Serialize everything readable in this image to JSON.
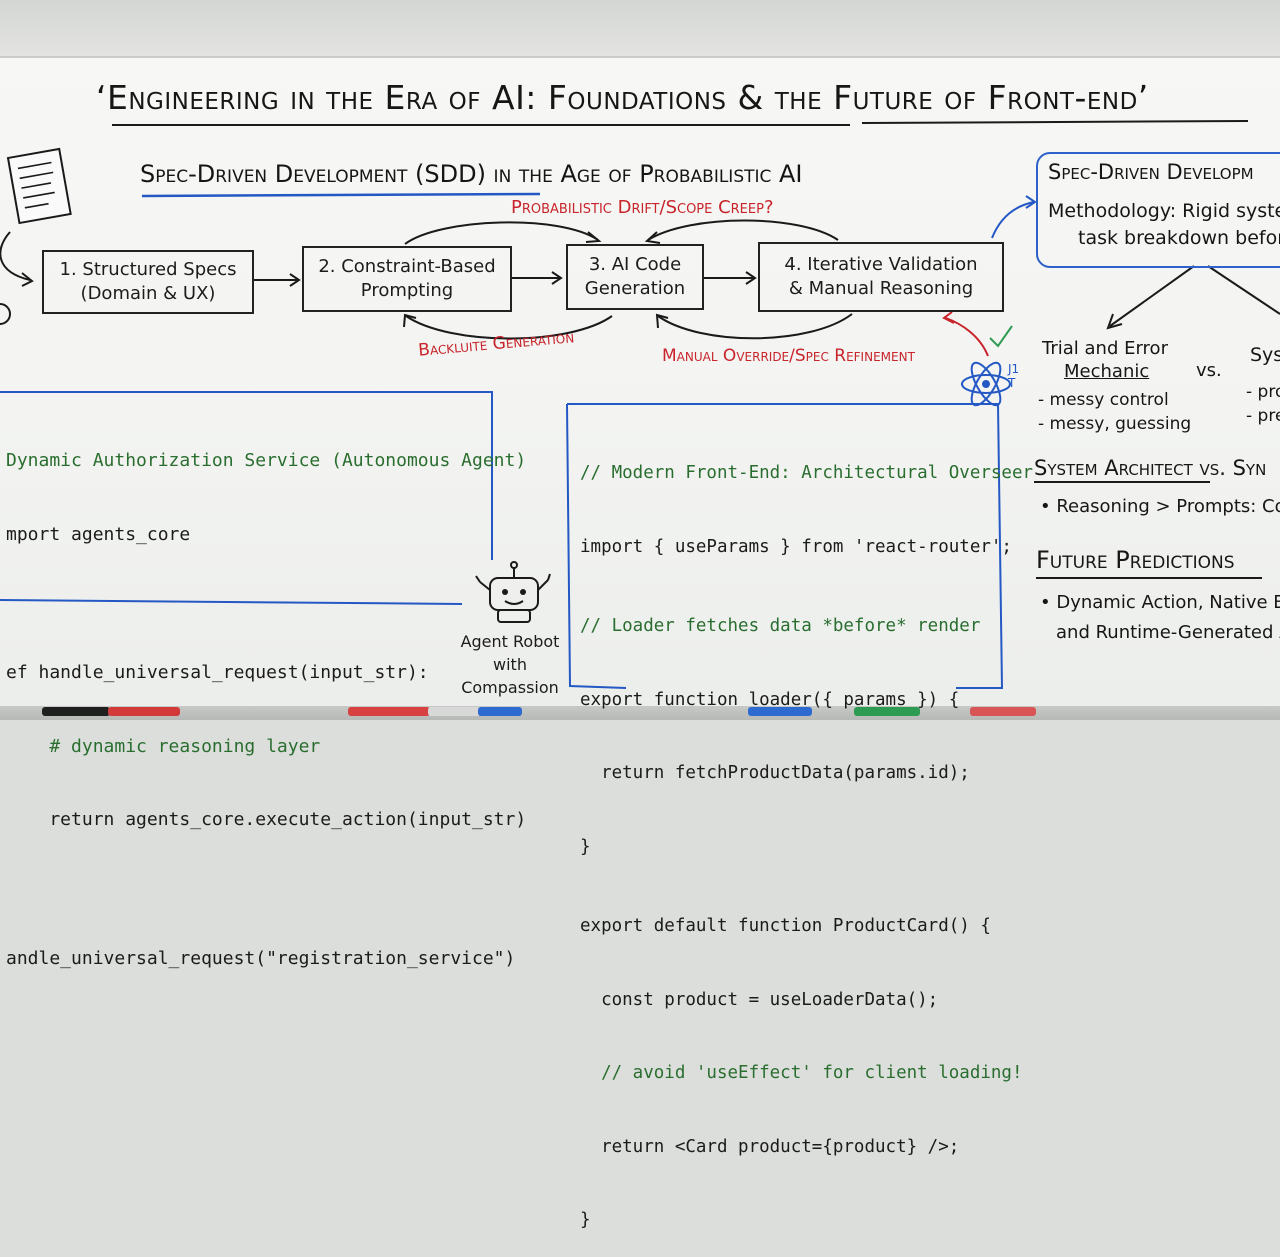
{
  "title": "‘Engineering in the Era of AI: Foundations & the Future of Front-end’",
  "subtitle": "Spec-Driven Development (SDD) in the Age of Probabilistic AI",
  "flow": {
    "steps": [
      "1. Structured Specs\n(Domain & UX)",
      "2. Constraint-Based\nPrompting",
      "3. AI Code\nGeneration",
      "4. Iterative Validation\n& Manual Reasoning"
    ],
    "top_note": "Probabilistic Drift/Scope Creep?",
    "bottom_left_note": "Backluite Generation",
    "bottom_right_note": "Manual Override/Spec Refinement"
  },
  "code_left": {
    "lines": [
      "Dynamic Authorization Service (Autonomous Agent)",
      "mport agents_core",
      "",
      "ef handle_universal_request(input_str):",
      "    # dynamic reasoning layer",
      "    return agents_core.execute_action(input_str)",
      "",
      "andle_universal_request(\"registration_service\")"
    ]
  },
  "robot": {
    "caption_1": "Agent Robot",
    "caption_2": "with Compassion"
  },
  "code_right": {
    "lines": [
      "// Modern Front-End: Architectural Overseer",
      "import { useParams } from 'react-router';",
      "// Loader fetches data *before* render",
      "export function loader({ params }) {",
      "  return fetchProductData(params.id);",
      "}",
      "export default function ProductCard() {",
      "  const product = useLoaderData();",
      "  // avoid 'useEffect' for client loading!",
      "  return <Card product={product} />;",
      "}"
    ]
  },
  "right_panel": {
    "heading": "Spec-Driven Developm",
    "line1": "Methodology: Rigid syster",
    "line2": "task breakdown before",
    "left_col_title_1": "Trial and Error",
    "left_col_title_2": "Mechanic",
    "left_bullet_1": "- messy control",
    "left_bullet_2": "- messy, guessing",
    "vs": "vs.",
    "right_col_title": "Sys",
    "right_bullet_1": "- pro",
    "right_bullet_2": "- pre",
    "section2_heading": "System Architect vs. Syn",
    "section2_bullet": "• Reasoning > Prompts: Cost of",
    "section3_heading": "Future Predictions",
    "section3_bullet_1": "• Dynamic Action, Native Bir",
    "section3_bullet_2": "and Runtime-Generated A"
  },
  "atom_note": "J1\nT"
}
